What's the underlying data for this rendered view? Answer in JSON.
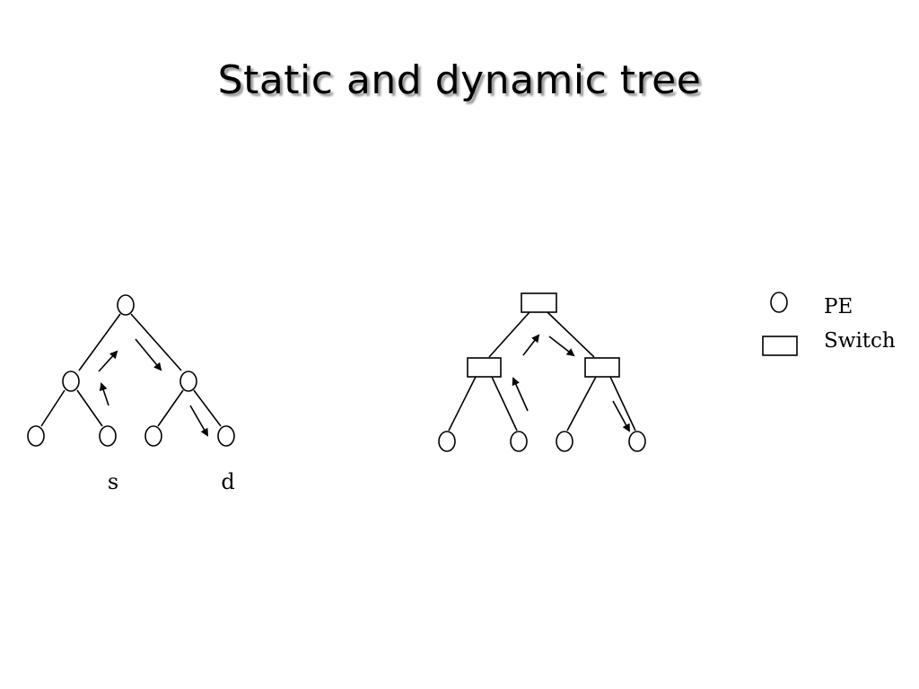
{
  "title": "Static and dynamic tree",
  "static_tree": {
    "source_label": "s",
    "dest_label": "d"
  },
  "legend": {
    "pe_label": "PE",
    "switch_label": "Switch"
  }
}
